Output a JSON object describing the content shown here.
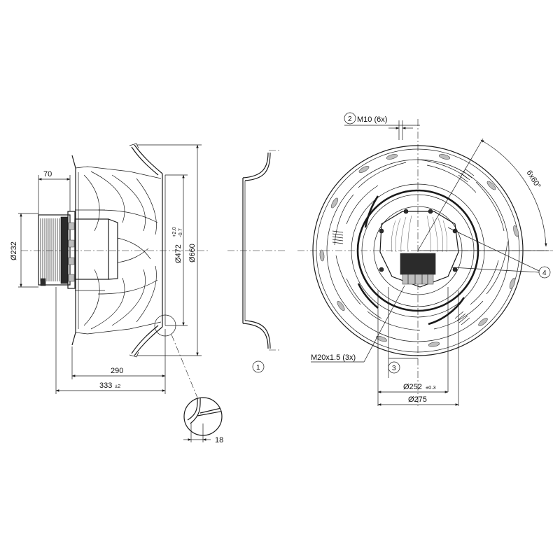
{
  "side_view": {
    "dim_width_70": "70",
    "dim_dia_232": "Ø232",
    "dim_dia_472": "Ø472",
    "tol_472_upper": "+2.0",
    "tol_472_lower": "-0.7",
    "dim_dia_660": "Ø660",
    "dim_depth_290": "290",
    "dim_depth_333": "333",
    "tol_333": "±2",
    "detail_dim_18": "18"
  },
  "inlet_ring": {
    "callout_1": "1"
  },
  "front_view": {
    "callout_2": "2",
    "label_m10": "M10 (6x)",
    "label_angle": "6x60°",
    "callout_4": "4",
    "label_m20": "M20x1.5 (3x)",
    "callout_3": "3",
    "dim_dia_252": "Ø252",
    "tol_252": "±0.3",
    "dim_dia_275": "Ø275"
  }
}
